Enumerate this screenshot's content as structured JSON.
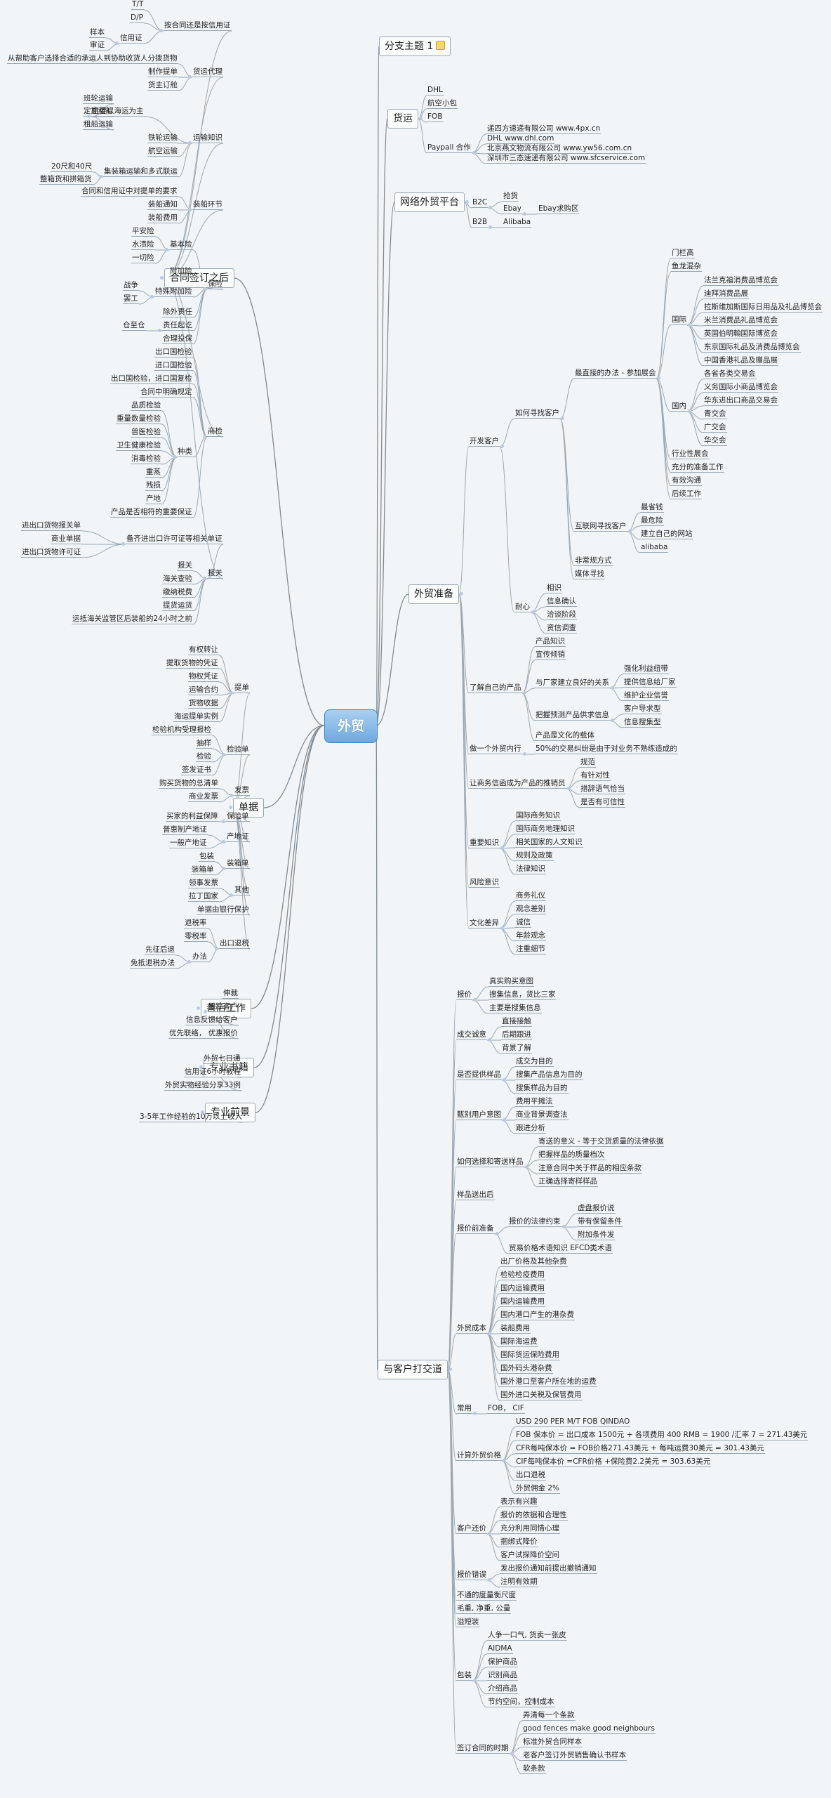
{
  "root": "外贸",
  "topics": {
    "fen": "分支主题 1",
    "huoyun": "货运",
    "hy_dhl": "DHL",
    "hy_hk": "航空小包",
    "hy_fob": "FOB",
    "hy_pp": "Paypall 合作",
    "hy_4px": "递四方速递有限公司 www.4px.cn",
    "hy_dhlw": "DHL www.dhl.com",
    "hy_yw": "北京燕文物流有限公司 www.yw56.com.cn",
    "hy_sf": "深圳市三态速递有限公司 www.sfcservice.com",
    "wl": "网络外贸平台",
    "wl_b2c": "B2C",
    "wl_qg": "抢货",
    "wl_ebay": "Ebay",
    "wl_ebayq": "Ebay求购区",
    "wl_b2b": "B2B",
    "wl_ali": "Alibaba",
    "wmzb": "外贸准备",
    "kfkh": "开发客户",
    "rhxz": "如何寻找客户",
    "zzj": "最直接的办法 - 参加展会",
    "mlg": "门栏高",
    "ylhz": "鱼龙混杂",
    "guoji": "国际",
    "fr1": "法兰克福消费品博览会",
    "fr2": "迪拜消费品展",
    "fr3": "拉斯维加斯国际日用品及礼品博览会",
    "fr4": "米兰消费品礼品博览会",
    "fr5": "英国伯明翰国际博览会",
    "fr6": "东京国际礼品及消费品博览会",
    "fr7": "中国香港礼品及赠品展",
    "guonei": "国内",
    "gn1": "各省各类交易会",
    "gn2": "义务国际小商品博览会",
    "gn3": "华东进出口商品交易会",
    "gn4": "青交会",
    "gn5": "广交会",
    "gn6": "华交会",
    "hyzl": "行业性展会",
    "cfzb": "充分的准备工作",
    "yxgt": "有效沟通",
    "hxgz": "后续工作",
    "hlw": "互联网寻找客户",
    "zpq": "最省钱",
    "zwx": "最危险",
    "jlzj": "建立自己的网站",
    "alibaba": "alibaba",
    "fcgfs": "非常规方式",
    "mtxz": "媒体寻找",
    "naixin": "耐心",
    "ys": "相识",
    "xxqr": "信息确认",
    "qtjd": "洽谈阶段",
    "zxdc": "资信调查",
    "ljcp": "了解自己的产品",
    "cpzs": "产品知识",
    "xcyj": "宣传倾销",
    "gchzl": "与厂家建立良好的关系",
    "qhlr": "强化利益纽带",
    "tgxx": "提供信息给厂家",
    "whqy": "维护企业信誉",
    "bwyc": "把握预测产品供求信息",
    "khdx": "客户导求型",
    "xxsj": "信息搜集型",
    "cpwh": "产品是文化的载体",
    "zygwm": "做一个外贸内行",
    "bfzs": "50%的交易纠纷是由于对业务不熟练造成的",
    "rswx": "让商务信函成为产品的推销员",
    "gf": "规范",
    "yzdx": "有针对性",
    "cjyq": "措辞语气恰当",
    "sfyks": "是否有可信性",
    "zyzs": "重要知识",
    "gjswzs": "国际商务知识",
    "gjswdl": "国际商务地理知识",
    "xgwh": "相关国家的人文知识",
    "fgzc": "规则及政策",
    "flzs": "法律知识",
    "fxys": "风险意识",
    "whcy": "文化差异",
    "swlj": "商务礼仪",
    "gncb": "观念差别",
    "cx": "诚信",
    "sjgn": "年龄观念",
    "zzxj": "注重细节",
    "ykh": "与客户打交道",
    "baojia": "报价",
    "zsmj": "真实购买意图",
    "ssxx": "搜集信息，货比三家",
    "zysj": "主要是搜集信息",
    "cjcy": "成交诚意",
    "zjjc": "直接接触",
    "hqgj": "后期跟进",
    "bjlj": "背景了解",
    "sftgyp": "是否提供样品",
    "cjwmd": "成交为目的",
    "ssgs": "搜集产品信息为目的",
    "ssyp": "搜集样品为目的",
    "zbyhyt": "甄别用户意图",
    "fyspf": "费用平摊法",
    "sydc": "商业背景调查法",
    "gjfx": "跟进分析",
    "rhxzjsyp": "如何选择和寄送样品",
    "jsyp": "寄送的意义 - 等于交货质量的法律依据",
    "bwypzl": "把握样品的质量档次",
    "zyht": "注意合同中关于样品的相应条款",
    "zqxzjy": "正确选择寄样样品",
    "ypsc": "样品送出后",
    "bjqzb": "报价前准备",
    "bjfl": "报价的法律约束",
    "xpbj": "虚盘报价说",
    "dybztj": "带有保留条件",
    "fjtjf": "附加条件发",
    "mygsy": "贸易价格术语知识 EFCD类术语",
    "wmcb": "外贸成本",
    "ccj": "出厂价格及其他杂费",
    "jyjyf": "检验检疫费用",
    "gnysf": "国内运输费用",
    "gnyyf": "国内运输费用",
    "gngkzf": "国内港口产生的港杂费",
    "zcfy": "装船费用",
    "gjhyf": "国际海运费",
    "gjhybx": "国际货运保险费用",
    "gwmtgzf": "国外码头港杂费",
    "gwgk": "国外港口至客户所在地的运费",
    "gwjkgs": "国外进口关税及保管费用",
    "changyong": "常用",
    "fobcif": "FOB， CIF",
    "jswmjg": "计算外贸价格",
    "usd": "USD 290 PER M/T FOB QINDAO",
    "fobcalc": "FOB 保本价 = 出口成本 1500元 + 各项费用 400 RMB  = 1900 /汇率 7 = 271.43美元",
    "cfrcalc": "CFR每吨保本价  = FOB价格271.43美元 + 每吨运费30美元 = 301.43美元",
    "cifcalc": "CIF每吨保本价 =CFR价格 +保险费2.2美元 = 303.63美元",
    "cktj": "出口退税",
    "wmyj": "外贸佣金 2%",
    "khhj": "客户还价",
    "bsyxq": "表示有兴趣",
    "bjyj": "报价的依据和合理性",
    "cfly": "充分利用同情心理",
    "bmsj": "捆绑式降价",
    "khsr": "客户试探降价空间",
    "bjcw": "报价错误",
    "fcjs": "发出报价通知前提出撤销通知",
    "zmyxq": "注明有效期",
    "btddl": "不通的度量衡尺度",
    "mz": "毛重, 净重, 公量",
    "yhz": "溢短装",
    "baozhuang": "包装",
    "rsyk": "人争一口气, 货卖一张皮",
    "aidma": "AIDMA",
    "bhsp": "保护商品",
    "sbsp": "识别商品",
    "jssp": "介绍商品",
    "jykj": "节约空间，控制成本",
    "qdht": "签订合同的时期",
    "yqmyt": "弄清每一个条款",
    "goodf": "good fences make good neighbours",
    "bzwm": "标准外贸合同样本",
    "lkhqd": "老客户签订外贸销售确认书样本",
    "rjtk": "软条款",
    "htqd": "合同签订之后",
    "aht": "按合同还是按信用证",
    "tt": "T/T",
    "dp": "D/P",
    "xyz": "信用证",
    "yb": "样本",
    "sh": "审证",
    "hydl": "货运代理",
    "cbsy": "从帮助客户选择合适的承运人到协助收货人分拨货物",
    "zztd": "制作提单",
    "hzdc": "货主订舱",
    "ysz": "运输知识",
    "zyhy": "主要以海运为主",
    "bcys": "班轮运输",
    "dqzc": "定期租船",
    "zcys": "租船运输",
    "tlys": "铁轮运输",
    "hkys": "航空运输",
    "jzxys": "集装箱运输和多式联运",
    "20ch": "20尺和40尺",
    "zzhpx": "整箱货和拼箱货",
    "zchj": "装船环节",
    "htxyzyq": "合同和信用证中对提单的要求",
    "zctz": "装船通知",
    "zcfy2": "装船费用",
    "bx": "保险",
    "jbx": "基本险",
    "pax": "平安险",
    "sfx": "水渍险",
    "yqx": "一切险",
    "fjx": "附加险",
    "tsfjx": "特殊附加险",
    "zz": "战争",
    "bg": "罢工",
    "cwzr": "除外责任",
    "zrqz": "责任起讫",
    "cctc": "仓至仓",
    "hltb": "合理投保",
    "shangjian": "商检",
    "ckgjy": "出口国检验",
    "jkgjy": "进口国检验",
    "ckjkfy": "出口国检验，进口国复检",
    "htmq": "合同中明确规定",
    "zhonglei": "种类",
    "pzjy": "品质检验",
    "zlsl": "重量数量检验",
    "syjy": "兽医检验",
    "wsjk": "卫生健康检验",
    "xdjy": "消毒检验",
    "xz": "重蒸",
    "cs": "残损",
    "cd": "产地",
    "cpyw": "产品是否相符的重要保证",
    "baoguan": "报关",
    "bqjckxk": "备齐进出口许可证等相关单证",
    "jckhw": "进出口货物报关单",
    "sydj": "商业单据",
    "jckxk": "进出口货物许可证",
    "bg2": "报关",
    "hgcy": "海关查验",
    "jnsf": "缴纳税费",
    "tqyh": "提货运货",
    "ysyz": "运抵海关监管区后装船的24小时之前",
    "danju": "单据",
    "tidan": "提单",
    "yjzr": "有权转让",
    "tqhw": "提取货物的凭证",
    "wqpz": "物权凭证",
    "ysht": "运输合约",
    "hwsj": "货物收据",
    "hytds": "海运提单实例",
    "jyd": "检验单",
    "jyjg": "检验机构受理报检",
    "cy": "抽样",
    "jy": "检验",
    "qfzs": "签发证书",
    "fapiao": "发票",
    "gmhw": "购买货物的总清单",
    "syfp": "商业发票",
    "bxd": "保险单",
    "mjjb": "买家的利益保障",
    "ycd": "产地证",
    "ptyc": "普惠制产地证",
    "ybyc": "一般产地证",
    "zxd": "装箱单",
    "bz": "包装",
    "zxdan": "装箱单",
    "qita": "其他",
    "lsfp": "领事发票",
    "ldgj": "拉丁国家",
    "dbyh": "单据由银行保护",
    "cktd": "出口退税",
    "tsl": "退税率",
    "lsl": "零税率",
    "banli": "办法",
    "xzht": "先征后退",
    "mdmt": "免抵退税办法",
    "shgz": "善后工作",
    "zhkh": "跟踪客户",
    "zz2": "伸裁",
    "xxfk": "信息反馈给客户",
    "yxll": "优先联络， 优惠报价",
    "zysj2": "专业书籍",
    "wm7": "外贸七日通",
    "xyz6": "信用证6小时教程",
    "wmsz": "外贸实物经验分享33例",
    "zyqj": "专业前景",
    "qj35": "3-5年工作经验的10万以上收入"
  }
}
